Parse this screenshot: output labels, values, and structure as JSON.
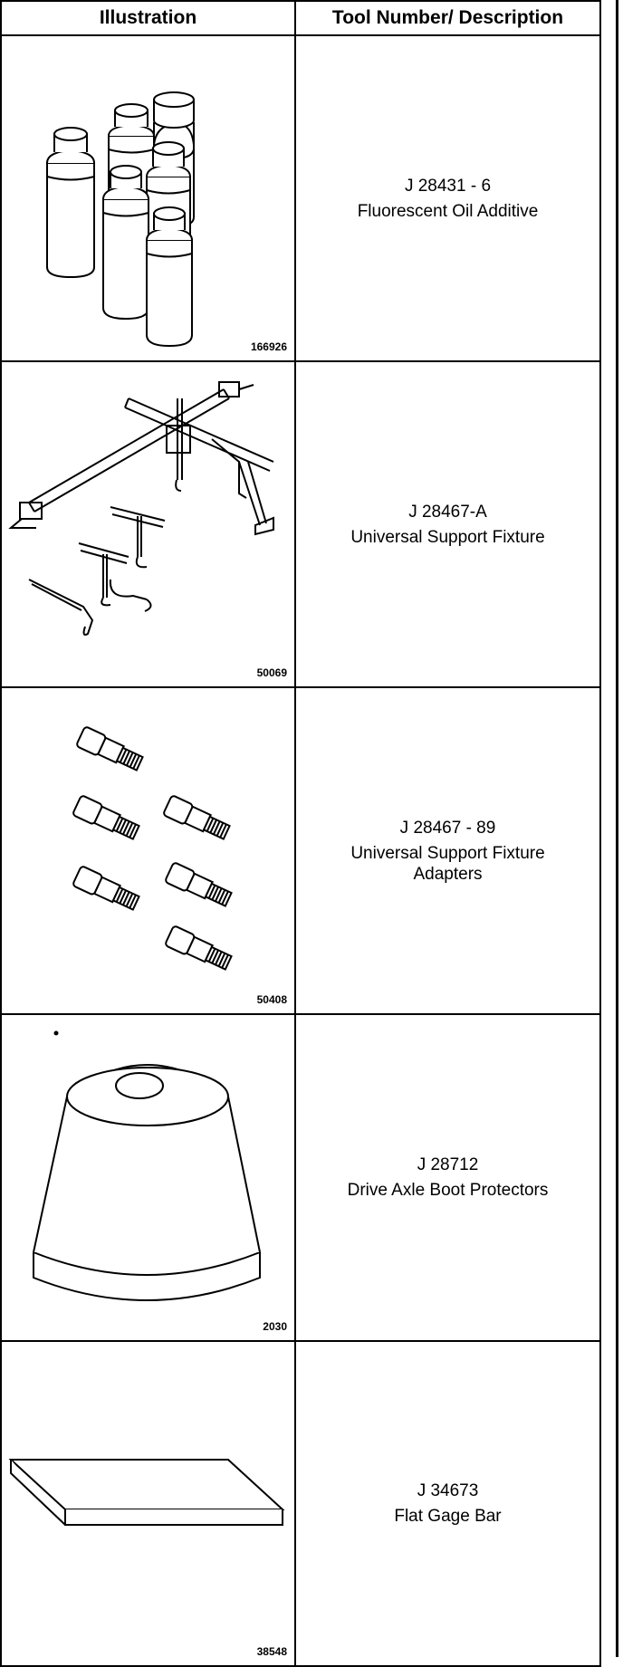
{
  "table": {
    "headers": [
      "Illustration",
      "Tool Number/ Description"
    ],
    "rows": [
      {
        "figure": "166926",
        "tool_number": "J 28431 - 6",
        "description": "Fluorescent Oil Additive",
        "illustration": "oil-bottles-illustration"
      },
      {
        "figure": "50069",
        "tool_number": "J 28467-A",
        "description": "Universal Support Fixture",
        "illustration": "support-fixture-illustration"
      },
      {
        "figure": "50408",
        "tool_number": "J 28467 - 89",
        "description": "Universal Support Fixture\nAdapters",
        "illustration": "fixture-adapters-illustration"
      },
      {
        "figure": "2030",
        "tool_number": "J 28712",
        "description": "Drive Axle Boot Protectors",
        "illustration": "boot-protector-illustration"
      },
      {
        "figure": "38548",
        "tool_number": "J 34673",
        "description": "Flat Gage Bar",
        "illustration": "gage-bar-illustration"
      }
    ]
  }
}
